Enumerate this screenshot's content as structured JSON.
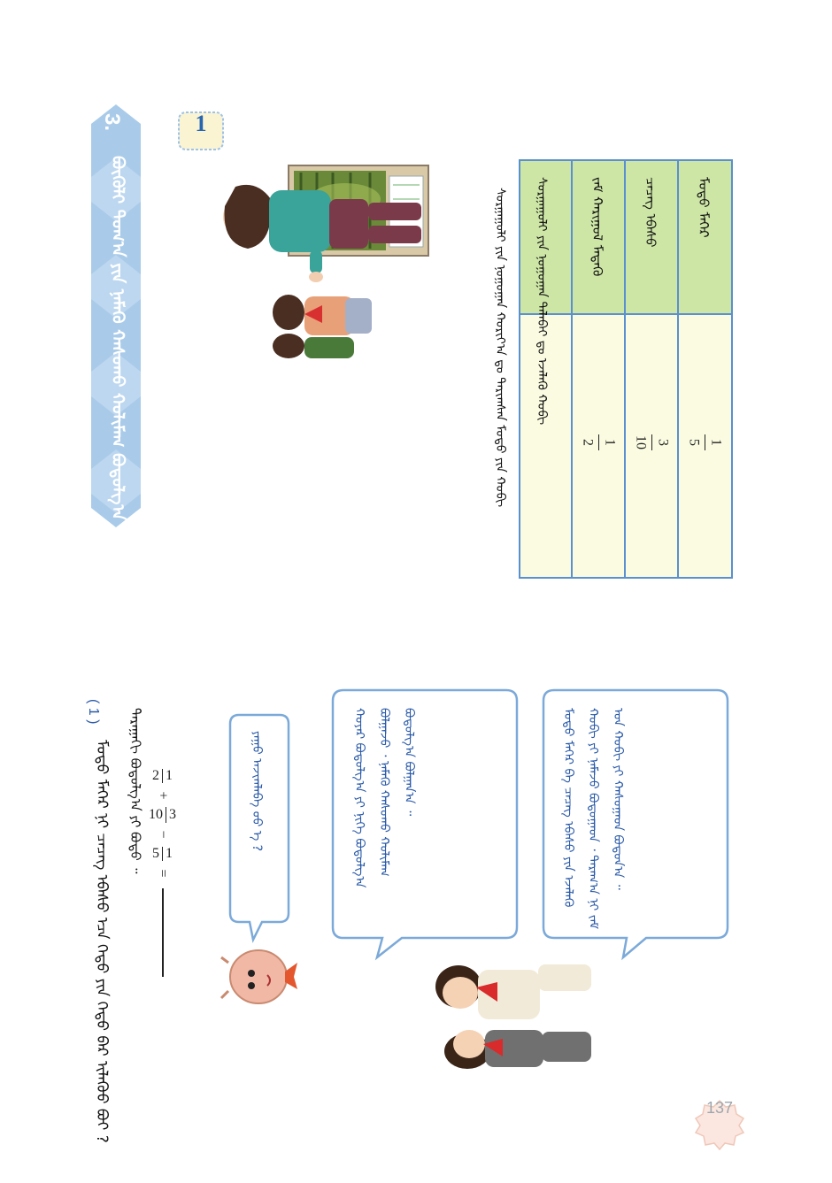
{
  "section": {
    "number": "3.",
    "title": "ᠪᠦᠬᠦᠯᠢ ᠲᠣᠭ᠎ᠠ ᠶᠢᠨ ᠨᠡᠮᠡᠬᠦ ᠬᠠᠰᠤᠬᠤ ᠬᠣᠯᠢᠮᠠᠭ ᠪᠣᠳᠣᠯᠭ᠎ᠠ"
  },
  "example": {
    "number": "1"
  },
  "table": {
    "caption": "ᠰᠤᠷᠭᠠᠭᠤᠯᠢ ᠶᠢᠨ ᠨᠤᠭᠤᠭᠠᠨ ᠬᠣᠷᠢᠶ᠎ᠠ ᠳᠤ ᠲᠠᠷᠢᠭᠰᠠᠨ ᠮᠣᠳᠣ ᠶᠢᠨ ᠬᠤᠪᠢ",
    "header_col": "ᠰᠤᠷᠭᠠᠭᠤᠯᠢ ᠶᠢᠨ ᠨᠤᠭᠤᠭᠠᠨ ᠲᠠᠯᠠᠪᠠᠢ ᠳᠤ ᠡᠵᠡᠯᠡᠬᠦ ᠬᠤᠪᠢ",
    "rows": [
      {
        "label": "ᠮᠣᠳᠣ ᠮᠡᠭᠡᠷ",
        "value": {
          "num": "1",
          "den": "5"
        }
      },
      {
        "label": "ᠴᠡᠴᠡᠭ ᠡᠪᠡᠰᠦ",
        "value": {
          "num": "3",
          "den": "10"
        }
      },
      {
        "label": "ᠵᠠᠮ ᠬᠠᠷᠢᠭᠤᠯ ᠮᠡᠳᠡᠬᠦ",
        "value": {
          "num": "1",
          "den": "2"
        }
      }
    ]
  },
  "bubbles": {
    "boy": "ᠮᠣᠳᠣ ᠮᠡᠭᠡᠷ ᠪᠠ ᠴᠡᠴᠡᠭ ᠡᠪᠡᠰᠦ ᠶᠢᠨ ᠡᠵᠡᠯᠡᠬᠦ ᠬᠤᠪᠢ ᠶᠢ ᠨᠡᠮᠡᠵᠦ ᠪᠣᠳᠣᠭᠠᠳ ᠂ ᠳᠠᠷᠠᠭ᠎ᠠ ᠨᠢ ᠵᠠᠮ ᠤᠨ ᠬᠤᠪᠢ ᠶᠢ ᠬᠠᠰᠤᠭᠠᠳ ᠪᠣᠳᠣᠨ᠎ᠠ ᠃",
    "girl": "ᠬᠣᠶᠠᠷ ᠪᠣᠳᠣᠯᠭ᠎ᠠ ᠶᠢ ᠨᠢᠭᠡ ᠪᠣᠳᠣᠯᠭ᠎ᠠ ᠪᠣᠯᠭᠠᠵᠤ ᠂ ᠨᠡᠮᠡᠬᠦ ᠬᠠᠰᠤᠬᠤ ᠬᠣᠯᠢᠮᠠᠭ ᠪᠣᠳᠣᠯᠭ᠎ᠠ ᠪᠣᠯᠭᠠᠨ᠎ᠠ ᠃",
    "mascot": "ᠶᠠᠭᠤ ᠠᠵᠢᠭᠯᠠᠪᠠ ᠤᠤ ᠡ ?"
  },
  "exercise": {
    "instruction": "ᠳᠠᠷᠠᠭᠠᠬᠢ ᠪᠣᠳᠣᠯᠭ᠎ᠠ ᠶᠢ ᠪᠣᠳᠣ ᠃",
    "expression": {
      "terms": [
        {
          "num": "1",
          "den": "2"
        },
        {
          "op": "+"
        },
        {
          "num": "3",
          "den": "10"
        },
        {
          "op": "−"
        },
        {
          "num": "1",
          "den": "5"
        },
        {
          "op": "="
        }
      ]
    },
    "question_label": "( 1 )",
    "question": "ᠮᠣᠳᠣ ᠮᠡᠭᠡᠷ ᠨᠢ ᠴᠡᠴᠡᠭ ᠡᠪᠡᠰᠦ ᠡᠴᠡ ᠬᠡᠳᠦ ᠶᠢᠨ ᠬᠡᠳᠦ ᠪᠡᠷ ᠢᠯᠡᠭᠦᠦ ᠪᠤᠢ ?"
  },
  "page_number": "137",
  "colors": {
    "ribbon": "#a9cbe9",
    "table_border": "#5a8fd0",
    "header_fill": "#cde6a6",
    "body_fill": "#fafbe0",
    "bubble_border": "#7ba9d9",
    "bubble_text": "#2a5aa8"
  }
}
